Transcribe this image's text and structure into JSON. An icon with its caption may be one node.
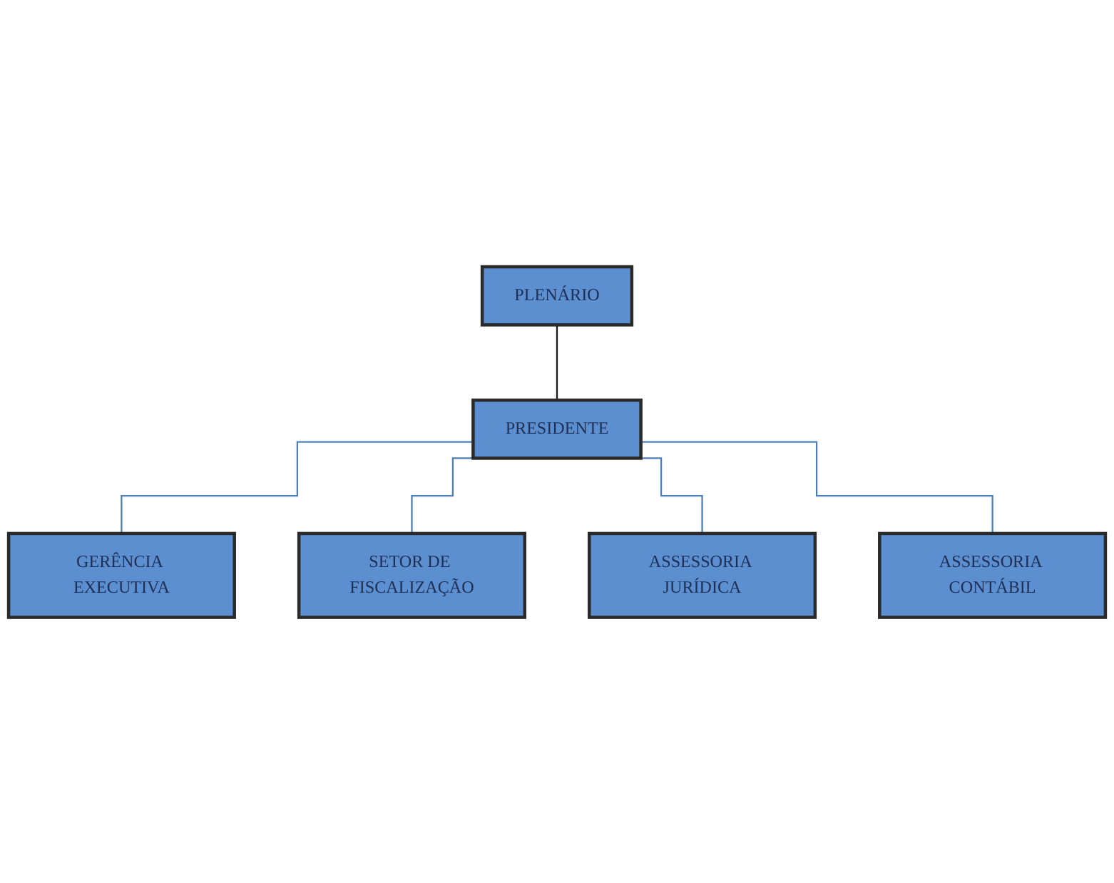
{
  "diagram": {
    "nodes": [
      {
        "text": [
          "PLENÁRIO"
        ]
      },
      {
        "text": [
          "PRESIDENTE"
        ]
      },
      {
        "text": [
          "GERÊNCIA EXECUTIVA"
        ]
      },
      {
        "text": [
          "SETOR DE FISCALIZAÇÃO"
        ]
      },
      {
        "text": [
          "ASSESSORIA JURÍDICA"
        ]
      },
      {
        "text": [
          "ASSESSORIA CONTÁBIL"
        ]
      }
    ],
    "edges": [
      {
        "from": 0,
        "to": 1,
        "arrow": "none",
        "color": "#1a1a1a"
      },
      {
        "from": 1,
        "to": 2,
        "arrow": "none"
      },
      {
        "from": 1,
        "to": 3,
        "arrow": "none"
      },
      {
        "from": 1,
        "to": 4,
        "arrow": "none"
      },
      {
        "from": 1,
        "to": 5,
        "arrow": "none"
      }
    ]
  }
}
